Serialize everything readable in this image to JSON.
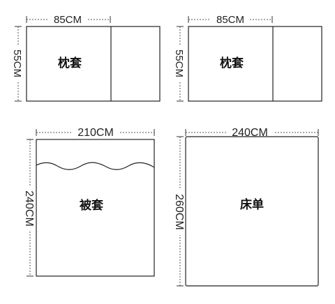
{
  "items": [
    {
      "name": "枕套",
      "width_label": "85CM",
      "height_label": "55CM"
    },
    {
      "name": "枕套",
      "width_label": "85CM",
      "height_label": "55CM"
    },
    {
      "name": "被套",
      "width_label": "210CM",
      "height_label": "240CM"
    },
    {
      "name": "床单",
      "width_label": "240CM",
      "height_label": "260CM"
    }
  ],
  "colors": {
    "outline": "#222222",
    "background": "#ffffff"
  }
}
